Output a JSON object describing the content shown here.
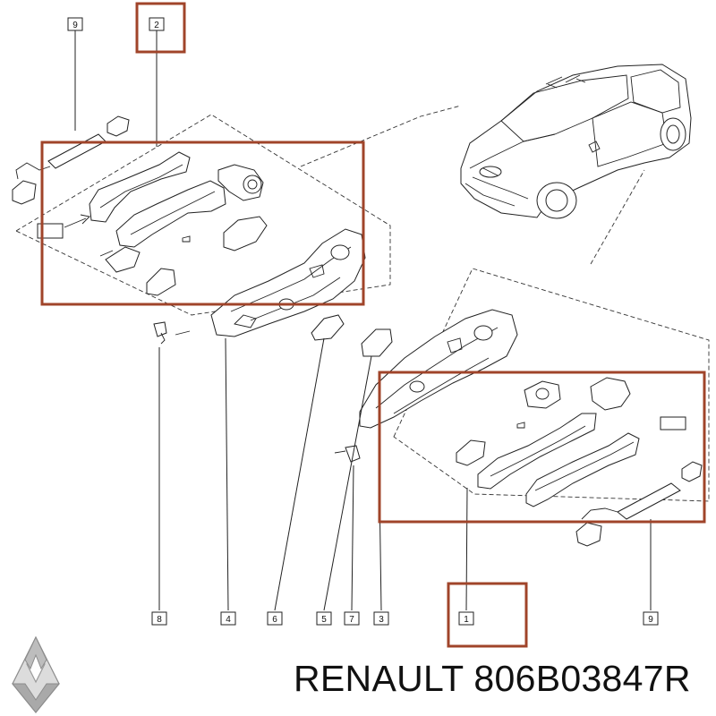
{
  "callouts": [
    {
      "id": "c9a",
      "label": "9"
    },
    {
      "id": "c2",
      "label": "2"
    },
    {
      "id": "c8",
      "label": "8"
    },
    {
      "id": "c4",
      "label": "4"
    },
    {
      "id": "c6",
      "label": "6"
    },
    {
      "id": "c5",
      "label": "5"
    },
    {
      "id": "c7",
      "label": "7"
    },
    {
      "id": "c3",
      "label": "3"
    },
    {
      "id": "c1",
      "label": "1"
    },
    {
      "id": "c9b",
      "label": "9"
    }
  ],
  "footer": {
    "brand": "RENAULT",
    "part_number": "806B03847R"
  },
  "colors": {
    "highlight": "#a0442a",
    "line": "#222222",
    "background": "#ffffff"
  },
  "icons": [
    "renault-logo-icon"
  ]
}
